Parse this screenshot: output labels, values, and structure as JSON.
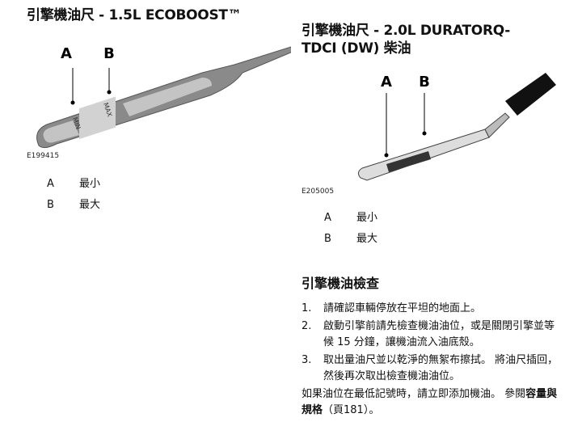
{
  "left": {
    "title": "引擎機油尺 - 1.5L ECOBOOST™",
    "callout_a": "A",
    "callout_b": "B",
    "mark_min": "MIN",
    "mark_max": "MAX",
    "figure_code": "E199415",
    "legend": [
      {
        "key": "A",
        "label": "最小"
      },
      {
        "key": "B",
        "label": "最大"
      }
    ]
  },
  "right": {
    "title_line1": "引擎機油尺 - 2.0L DURATORQ-",
    "title_line2": "TDCI (DW) 柴油",
    "callout_a": "A",
    "callout_b": "B",
    "figure_code": "E205005",
    "legend": [
      {
        "key": "A",
        "label": "最小"
      },
      {
        "key": "B",
        "label": "最大"
      }
    ],
    "section_heading": "引擎機油檢查",
    "steps": [
      {
        "num": "1.",
        "text": "請確認車輛停放在平坦的地面上。"
      },
      {
        "num": "2.",
        "text": "啟動引擎前請先檢查機油油位，或是關閉引擎並等候 15 分鐘，讓機油流入油底殼。"
      },
      {
        "num": "3.",
        "text": "取出量油尺並以乾淨的無絮布擦拭。 將油尺插回，然後再次取出檢查機油油位。"
      }
    ],
    "note_prefix": "如果油位在最低記號時，請立即添加機油。 參閱",
    "note_bold": "容量與規格",
    "note_suffix": "（頁181）。"
  }
}
